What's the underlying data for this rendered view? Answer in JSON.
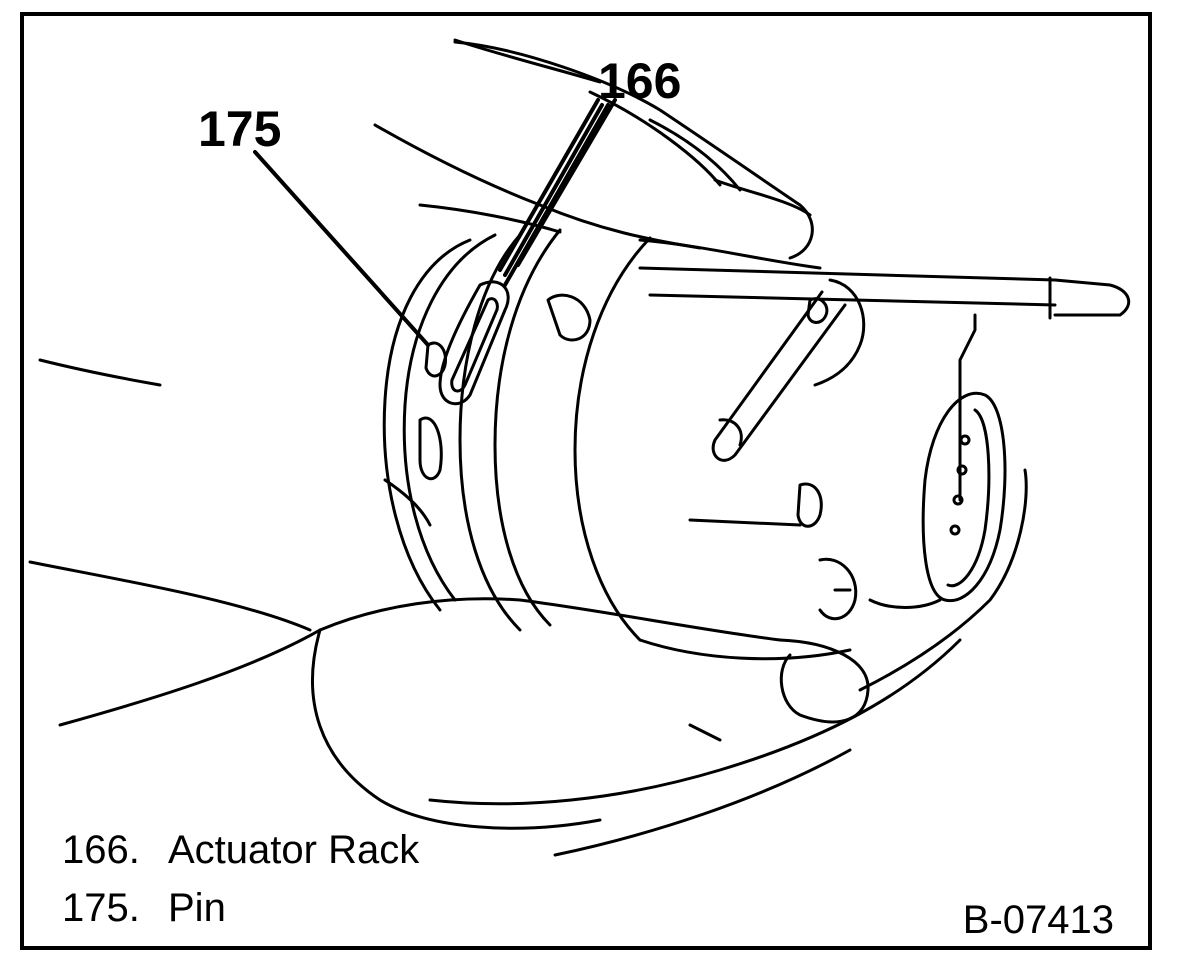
{
  "callouts": [
    {
      "id": "166",
      "label": "166"
    },
    {
      "id": "175",
      "label": "175"
    }
  ],
  "legend": [
    {
      "number": "166.",
      "text": "Actuator Rack"
    },
    {
      "number": "175.",
      "text": "Pin"
    }
  ],
  "figure_id": "B-07413",
  "colors": {
    "line": "#000000",
    "background": "#ffffff"
  }
}
